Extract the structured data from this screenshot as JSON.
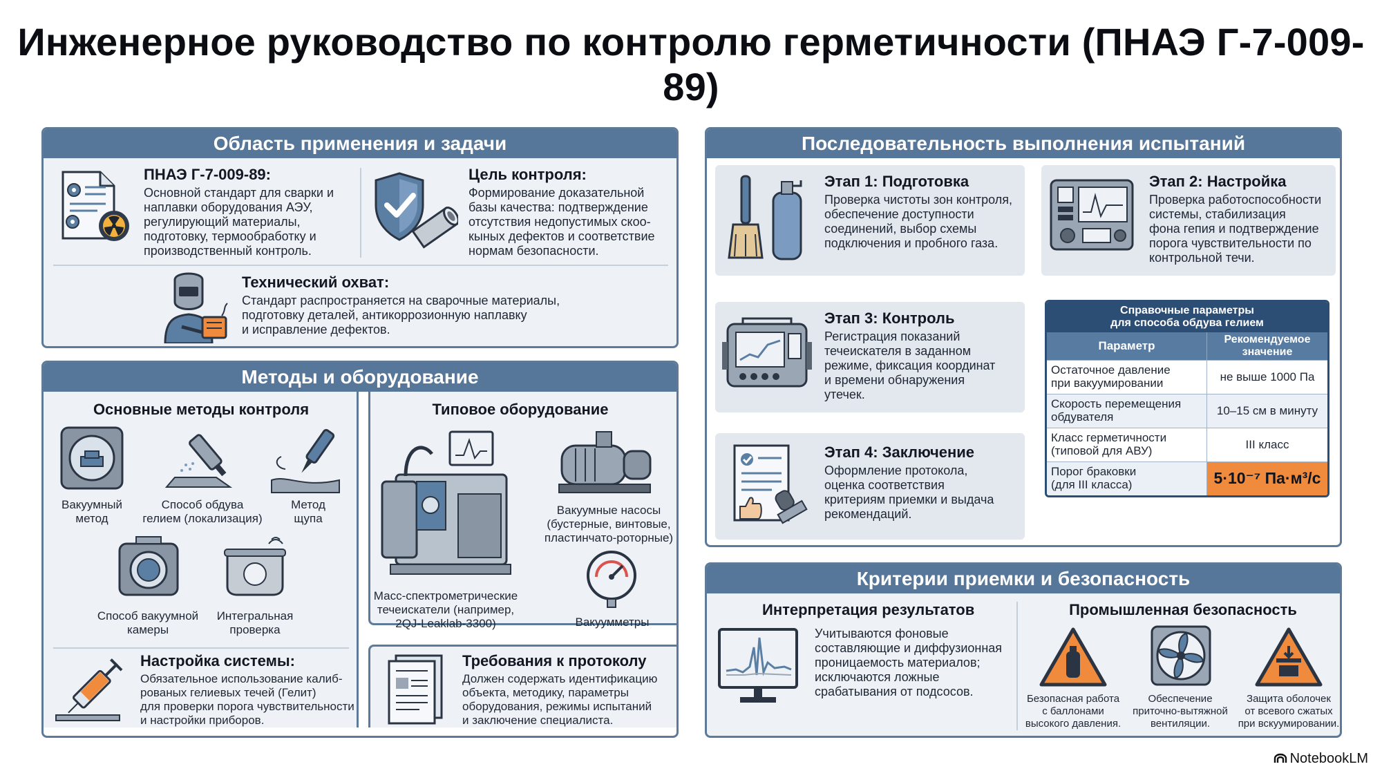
{
  "title": "Инженерное руководство по контролю герметичности (ПНАЭ Г-7-009-89)",
  "scope": {
    "header": "Область применения и задачи",
    "standard": {
      "title": "ПНАЭ Г-7-009-89:",
      "lines": [
        "Основной стандарт для сварки и",
        "наплавки оборудования АЭУ,",
        "регулирующий материалы,",
        "подготовку, термообработку и",
        "производственный контроль."
      ]
    },
    "goal": {
      "title": "Цель контроля:",
      "lines": [
        "Формирование доказательной",
        "базы качества: подтверждение",
        "отсутствия недопустимых скоо-",
        "кыных дефектов и соответствие",
        "нормам безопасности."
      ]
    },
    "coverage": {
      "title": "Технический охват:",
      "lines": [
        "Стандарт распространяется на сварочные материалы,",
        "подготовку деталей, антикоррозионную наплавку",
        "и исправление дефектов."
      ]
    }
  },
  "methods": {
    "header": "Методы и оборудование",
    "main_methods": {
      "title": "Основные методы контроля",
      "items": [
        {
          "lines": [
            "Вакуумный",
            "метод"
          ],
          "icon": "vacuum-chamber-icon"
        },
        {
          "lines": [
            "Способ обдува",
            "гелием (локализация)"
          ],
          "icon": "helium-spray-icon"
        },
        {
          "lines": [
            "Метод",
            "щупа"
          ],
          "icon": "probe-icon"
        },
        {
          "lines": [
            "Способ вакуумной",
            "камеры"
          ],
          "icon": "vacuum-camera-icon"
        },
        {
          "lines": [
            "Интегральная",
            "проверка"
          ],
          "icon": "integral-check-icon"
        }
      ]
    },
    "equipment": {
      "title": "Типовое оборудование",
      "detector": [
        "Масс-спектрометрические",
        "течеискатели (например,",
        "2QJ-Leaklab-3300)"
      ],
      "pumps": [
        "Вакуумные насосы",
        "(бустерные, винтовые,",
        "пластинчато-роторные)"
      ],
      "gauges": "Вакуумметры"
    },
    "setup": {
      "title": "Настройка системы:",
      "lines": [
        "Обязательное использование калиб-",
        "рованых гелиевых течей (Гелит)",
        "для проверки порога чувствительности",
        "и настройки приборов."
      ]
    },
    "protocol": {
      "title": "Требования к протоколу",
      "lines": [
        "Должен содержать идентификацию",
        "объекта, методику, параметры",
        "оборудования, режимы испытаний",
        "и заключение специалиста."
      ]
    }
  },
  "sequence": {
    "header": "Последовательность выполнения испытаний",
    "stages": [
      {
        "title": "Этап 1: Подготовка",
        "lines": [
          "Проверка чистоты зон контроля,",
          "обеспечение доступности",
          "соединений, выбор схемы",
          "подключения и пробного газа."
        ]
      },
      {
        "title": "Этап 2: Настройка",
        "lines": [
          "Проверка работоспособности",
          "системы, стабилизация",
          "фона гепия и подтверждение",
          "порога чувствительности по",
          "контрольной течи."
        ]
      },
      {
        "title": "Этап 3: Контроль",
        "lines": [
          "Регистрация показаний",
          "течеискателя в заданном",
          "режиме, фиксация координат",
          "и времени обнаружения",
          "утечек."
        ]
      },
      {
        "title": "Этап 4: Заключение",
        "lines": [
          "Оформление протокола,",
          "оценка соответствия",
          "критериям приемки и выдача",
          "рекомендаций."
        ]
      }
    ],
    "ref_table": {
      "title_lines": [
        "Справочные параметры",
        "для способа обдува гелием"
      ],
      "col1": "Параметр",
      "col2_lines": [
        "Рекомендуемое",
        "значение"
      ],
      "rows": [
        {
          "param_lines": [
            "Остаточное давление",
            "при вакуумировании"
          ],
          "value": "не выше 1000 Па"
        },
        {
          "param_lines": [
            "Скорость перемещения",
            "обдувателя"
          ],
          "value": "10–15 см в минуту"
        },
        {
          "param_lines": [
            "Класс герметичности",
            "(типовой для АВУ)"
          ],
          "value": "III класс"
        },
        {
          "param_lines": [
            "Порог браковки",
            "(для III класса)"
          ],
          "value": "5·10⁻⁷ Па·м³/с"
        }
      ]
    }
  },
  "criteria": {
    "header": "Критерии приемки и безопасность",
    "interpretation": {
      "title": "Интерпретация результатов",
      "lines": [
        "Учитываются фоновые",
        "составляющие и диффузионная",
        "проницаемость материалов;",
        "исключаются ложные",
        "срабатывания от подсосов."
      ]
    },
    "safety": {
      "title": "Промышленная безопасность",
      "items": [
        {
          "lines": [
            "Безопасная работа",
            "с баллонами",
            "высокого давления."
          ]
        },
        {
          "lines": [
            "Обеспечение",
            "приточно-вытяжной",
            "вентиляции."
          ]
        },
        {
          "lines": [
            "Защита оболочек",
            "от всевого сжатых",
            "при вскуумировании."
          ]
        }
      ]
    }
  },
  "brand": "NotebookLM"
}
